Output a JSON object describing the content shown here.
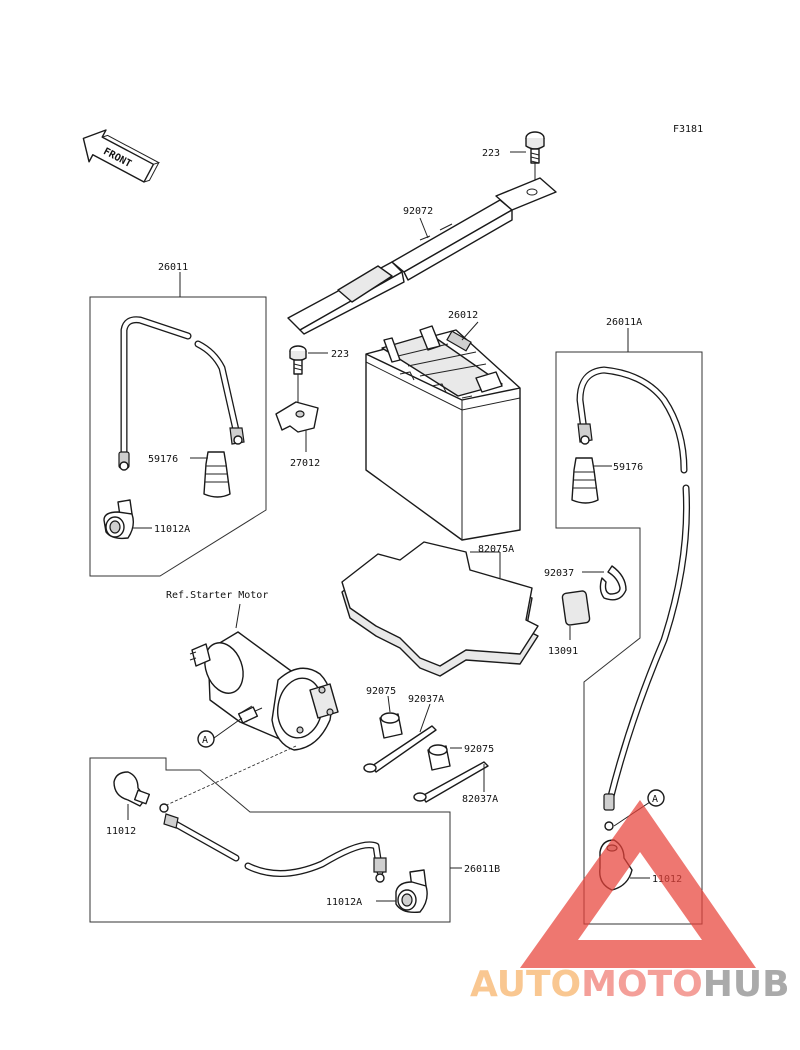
{
  "figure_code": "F3181",
  "front_label": "FRONT",
  "ref_label": "Ref.Starter Motor",
  "part_labels": {
    "p223_top": "223",
    "p92072": "92072",
    "p26011": "26011",
    "p26012": "26012",
    "p26011A": "26011A",
    "p223_mid": "223",
    "p59176_left": "59176",
    "p27012": "27012",
    "p59176_right": "59176",
    "p11012A_left": "11012A",
    "p82075A": "82075A",
    "p92037": "92037",
    "p13091": "13091",
    "p92075_a": "92075",
    "p92037A_a": "92037A",
    "p92075_b": "92075",
    "p82037A": "82037A",
    "p11012_left": "11012",
    "p26011B": "26011B",
    "p11012A_bottom": "11012A",
    "p11012_right": "11012",
    "ref_A_left": "A",
    "ref_A_right": "A"
  },
  "watermark": {
    "part1": "AUTO",
    "part2": "MOTO",
    "part3": "HUB",
    "colors": {
      "auto": "#f7b267",
      "moto": "#f07b72",
      "hub": "#8a8a8a",
      "triangle": "#e8433a"
    }
  }
}
